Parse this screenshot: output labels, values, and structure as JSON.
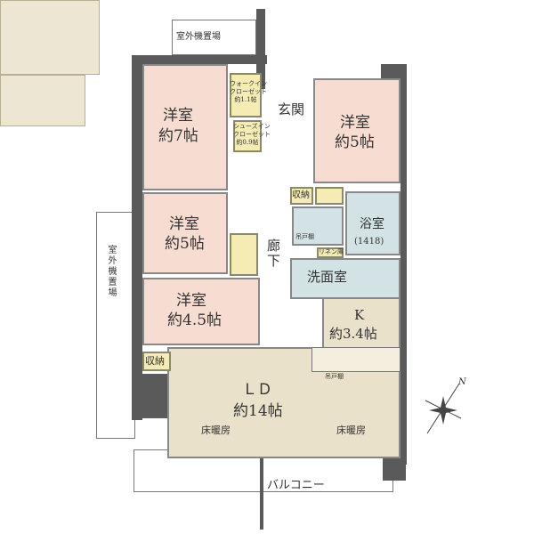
{
  "colors": {
    "bedroom": "#f7dcd2",
    "closet": "#f4ecb4",
    "wet_area": "#d3e3e5",
    "living": "#e9e1ca",
    "wall": "#5a5a5a"
  },
  "rooms": {
    "western7": {
      "name": "洋室",
      "size": "約7帖"
    },
    "western5_right": {
      "name": "洋室",
      "size": "約5帖"
    },
    "western5_left": {
      "name": "洋室",
      "size": "約5帖"
    },
    "western45": {
      "name": "洋室",
      "size": "約4.5帖"
    },
    "walkin": {
      "line1": "ウォークイン",
      "line2": "クローゼット",
      "size": "約1.1帖"
    },
    "shoesin": {
      "line1": "シューズイン",
      "line2": "クローゼット",
      "size": "約0.9帖"
    },
    "entrance": "玄関",
    "corridor": "廊下",
    "storage_top": "収納",
    "storage_left": "収納",
    "bath": {
      "name": "浴室",
      "size": "(1418)"
    },
    "hanging_shelf_toilet": "吊戸棚",
    "linen": "リネン庫",
    "washroom": "洗面室",
    "kitchen": {
      "name": "K",
      "size": "約3.4帖"
    },
    "hanging_shelf_kitchen": "吊戸棚",
    "ld": {
      "name": "ＬＤ",
      "size": "約14帖"
    },
    "floor_heating_1": "床暖房",
    "floor_heating_2": "床暖房",
    "balcony": "バルコニー",
    "outdoor_unit_top": "室外機置場",
    "outdoor_unit_left": "室外機置場"
  },
  "compass": {
    "label": "N",
    "icon": "compass-rose-icon"
  }
}
